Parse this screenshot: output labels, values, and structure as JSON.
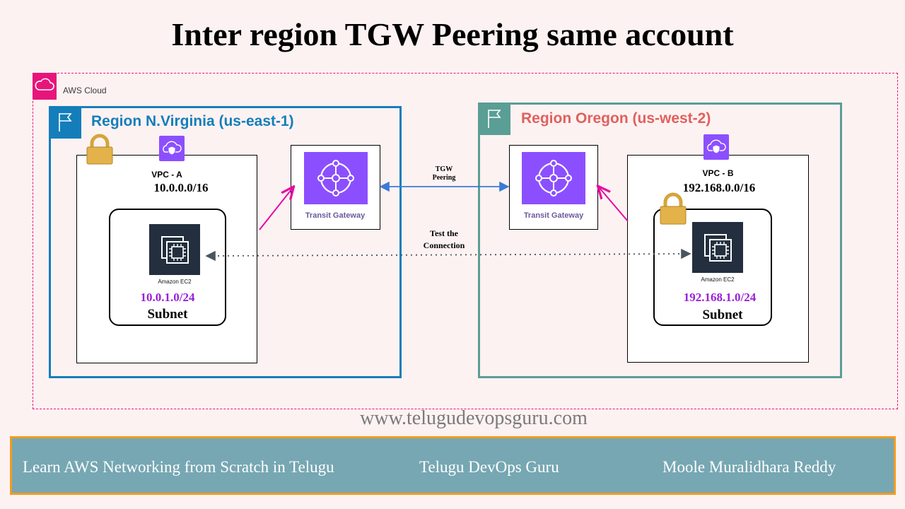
{
  "title": "Inter region TGW Peering same account",
  "cloud": {
    "label": "AWS Cloud",
    "icon": "cloud-icon",
    "border_color": "#e7157b"
  },
  "regions": [
    {
      "title": "Region  N.Virginia (us-east-1)",
      "color": "#147eba",
      "vpc": {
        "name": "VPC - A",
        "cidr": "10.0.0.0/16"
      },
      "subnet": {
        "cidr": "10.0.1.0/24",
        "name": "Subnet"
      },
      "instance": {
        "label": "Amazon EC2"
      },
      "tgw": {
        "label": "Transit Gateway"
      }
    },
    {
      "title": "Region  Oregon (us-west-2)",
      "color": "#e0605e",
      "vpc": {
        "name": "VPC - B",
        "cidr": "192.168.0.0/16"
      },
      "subnet": {
        "cidr": "192.168.1.0/24",
        "name": "Subnet"
      },
      "instance": {
        "label": "Amazon EC2"
      },
      "tgw": {
        "label": "Transit Gateway"
      }
    }
  ],
  "connections": {
    "peering": {
      "line1": "TGW",
      "line2": "Peering"
    },
    "test": {
      "line1": "Test the",
      "line2": "Connection"
    }
  },
  "website": "www.telugudevopsguru.com",
  "footer": {
    "course": "Learn AWS Networking from Scratch in Telugu",
    "channel": "Telugu DevOps Guru",
    "author": "Moole Muralidhara Reddy"
  },
  "colors": {
    "accent_purple": "#8c4fff",
    "subnet_cidr": "#9a1fd6",
    "arrow_magenta": "#e60aa4",
    "peering_blue": "#3a7bd5"
  }
}
